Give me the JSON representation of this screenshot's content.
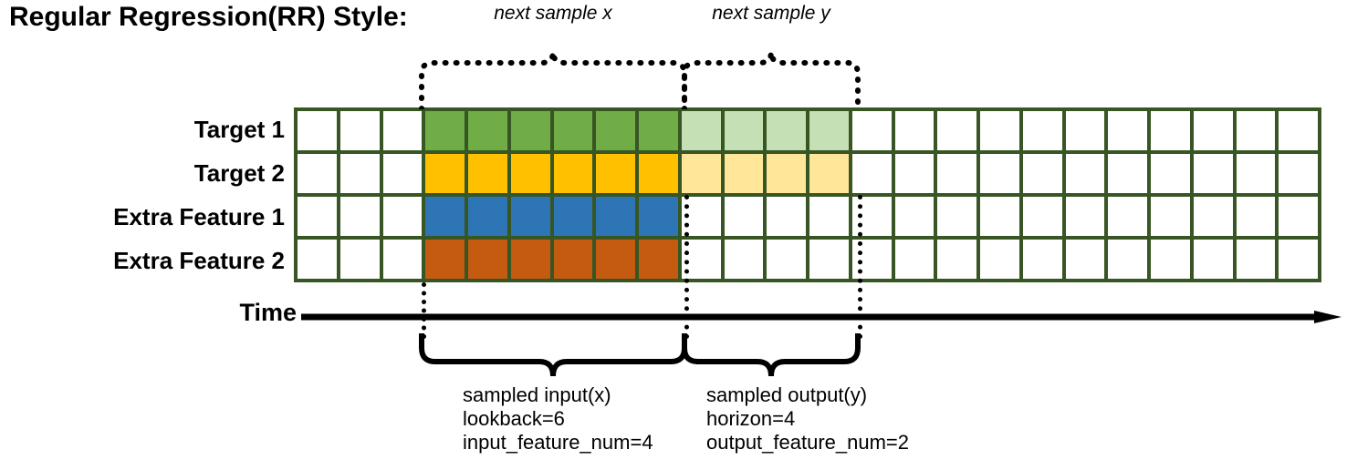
{
  "title": "Regular Regression(RR) Style:",
  "colors": {
    "grid_border": "#375623",
    "target1": "#70AD47",
    "target2": "#FFC000",
    "extra1": "#2E75B6",
    "extra2": "#C55A11",
    "target1_light": "#C5E0B4",
    "target2_light": "#FFE699",
    "empty": "#FFFFFF",
    "axis": "#000000"
  },
  "grid": {
    "columns": 24,
    "rows": [
      {
        "label": "Target 1",
        "fill": [
          "#FFFFFF",
          "#FFFFFF",
          "#FFFFFF",
          "#70AD47",
          "#70AD47",
          "#70AD47",
          "#70AD47",
          "#70AD47",
          "#70AD47",
          "#C5E0B4",
          "#C5E0B4",
          "#C5E0B4",
          "#C5E0B4",
          "#FFFFFF",
          "#FFFFFF",
          "#FFFFFF",
          "#FFFFFF",
          "#FFFFFF",
          "#FFFFFF",
          "#FFFFFF",
          "#FFFFFF",
          "#FFFFFF",
          "#FFFFFF",
          "#FFFFFF"
        ]
      },
      {
        "label": "Target 2",
        "fill": [
          "#FFFFFF",
          "#FFFFFF",
          "#FFFFFF",
          "#FFC000",
          "#FFC000",
          "#FFC000",
          "#FFC000",
          "#FFC000",
          "#FFC000",
          "#FFE699",
          "#FFE699",
          "#FFE699",
          "#FFE699",
          "#FFFFFF",
          "#FFFFFF",
          "#FFFFFF",
          "#FFFFFF",
          "#FFFFFF",
          "#FFFFFF",
          "#FFFFFF",
          "#FFFFFF",
          "#FFFFFF",
          "#FFFFFF",
          "#FFFFFF"
        ]
      },
      {
        "label": "Extra Feature 1",
        "fill": [
          "#FFFFFF",
          "#FFFFFF",
          "#FFFFFF",
          "#2E75B6",
          "#2E75B6",
          "#2E75B6",
          "#2E75B6",
          "#2E75B6",
          "#2E75B6",
          "#FFFFFF",
          "#FFFFFF",
          "#FFFFFF",
          "#FFFFFF",
          "#FFFFFF",
          "#FFFFFF",
          "#FFFFFF",
          "#FFFFFF",
          "#FFFFFF",
          "#FFFFFF",
          "#FFFFFF",
          "#FFFFFF",
          "#FFFFFF",
          "#FFFFFF",
          "#FFFFFF"
        ]
      },
      {
        "label": "Extra Feature 2",
        "fill": [
          "#FFFFFF",
          "#FFFFFF",
          "#FFFFFF",
          "#C55A11",
          "#C55A11",
          "#C55A11",
          "#C55A11",
          "#C55A11",
          "#C55A11",
          "#FFFFFF",
          "#FFFFFF",
          "#FFFFFF",
          "#FFFFFF",
          "#FFFFFF",
          "#FFFFFF",
          "#FFFFFF",
          "#FFFFFF",
          "#FFFFFF",
          "#FFFFFF",
          "#FFFFFF",
          "#FFFFFF",
          "#FFFFFF",
          "#FFFFFF",
          "#FFFFFF"
        ]
      }
    ]
  },
  "time_axis": {
    "label": "Time"
  },
  "top_braces": [
    {
      "caption": "next sample x"
    },
    {
      "caption": "next sample y"
    }
  ],
  "bottom_braces": [
    {
      "lines": [
        "sampled input(x)",
        "lookback=6",
        "input_feature_num=4"
      ]
    },
    {
      "lines": [
        "sampled output(y)",
        "horizon=4",
        "output_feature_num=2"
      ]
    }
  ]
}
